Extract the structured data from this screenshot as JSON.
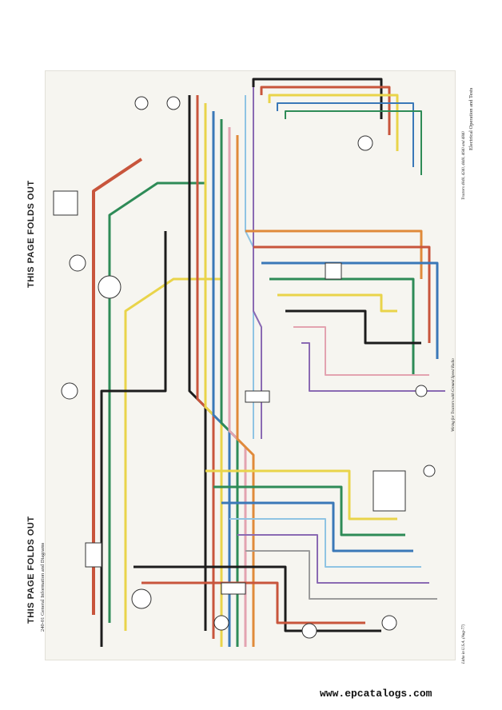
{
  "page": {
    "fold_label_top": "THIS PAGE FOLDS OUT",
    "fold_label_bottom": "THIS PAGE FOLDS OUT",
    "header_left": "240-01   General Information and Diagrams",
    "header_right": "Electrical Operation and Tests",
    "model_line": "Tractors 4040, 4240, 4440, 4640 and 4840",
    "caption": "Wiring for Tractors with Ground Speed Radio",
    "footer": "Litho in U.S.A. (Aug-77)",
    "watermark": "www.epcatalogs.com"
  },
  "colors": {
    "red": "#c8553c",
    "green": "#2e8b57",
    "blue": "#3a78b8",
    "yellow": "#e9d44a",
    "black": "#1c1c1c",
    "orange": "#e08a3a",
    "pink": "#e3a3b0",
    "purple": "#8a6ab3",
    "lightblue": "#8fc4e3",
    "grey": "#9c9c9c"
  }
}
